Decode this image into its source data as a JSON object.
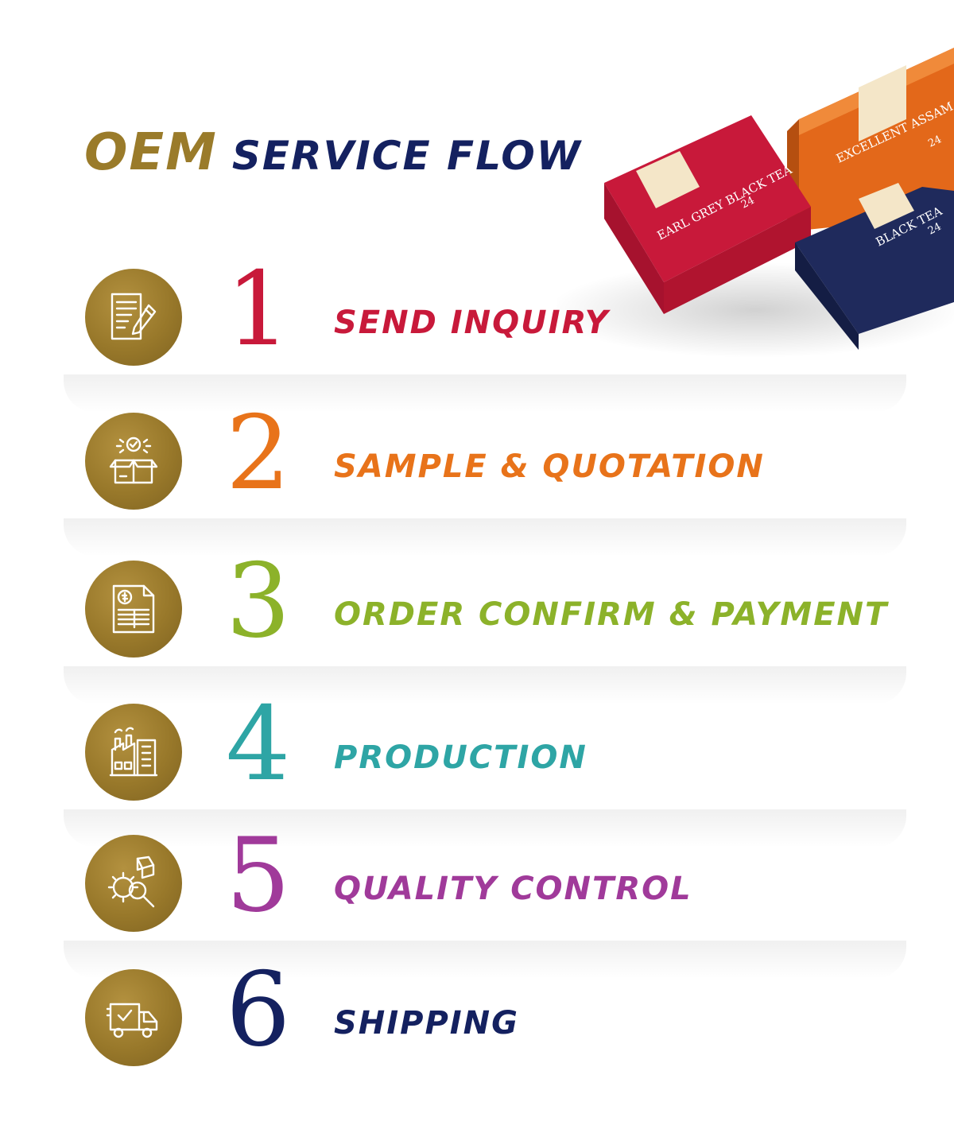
{
  "header": {
    "title_part1": "OEM",
    "title_part2": "SERVICE FLOW"
  },
  "product_boxes": [
    {
      "label": "EARL GREY BLACK TEA",
      "count": "24",
      "color": "#c8193a"
    },
    {
      "label": "EXCELLENT ASSAM BLACK",
      "count": "24",
      "color": "#e3681a"
    },
    {
      "label": "BLACK TEA",
      "count": "24",
      "color": "#1f2a5c"
    }
  ],
  "steps": [
    {
      "number": "1",
      "label": "SEND INQUIRY",
      "color": "#c8193a",
      "icon": "document-pencil-icon"
    },
    {
      "number": "2",
      "label": "SAMPLE &  QUOTATION",
      "color": "#e8731a",
      "icon": "box-check-icon"
    },
    {
      "number": "3",
      "label": "ORDER CONFIRM &  PAYMENT",
      "color": "#8cb22a",
      "icon": "invoice-dollar-icon"
    },
    {
      "number": "4",
      "label": "PRODUCTION",
      "color": "#2ea5a5",
      "icon": "factory-icon"
    },
    {
      "number": "5",
      "label": "QUALITY CONTROL",
      "color": "#a03a9a",
      "icon": "gear-magnifier-icon"
    },
    {
      "number": "6",
      "label": "SHIPPING",
      "color": "#142160",
      "icon": "truck-icon"
    }
  ],
  "colors": {
    "gold": "#9a7b2a",
    "navy": "#142160"
  }
}
